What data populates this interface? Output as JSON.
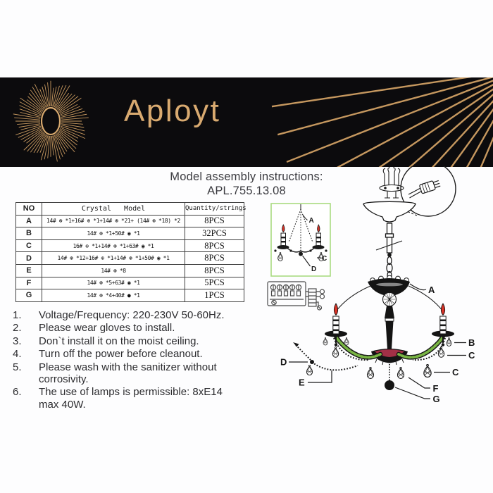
{
  "brand": {
    "name": "Aployt"
  },
  "title": {
    "line1": "Model assembly instructions:",
    "line2": "APL.755.13.08"
  },
  "parts_table": {
    "headers": {
      "no": "NO",
      "model": "Crystal   Model",
      "qty": "Quantity/strings"
    },
    "rows": [
      {
        "no": "A",
        "model": "14# ⊛ *1+16# ⊕ *1+14# ⊛ *21+ (14# ⊛ *18) *2",
        "qty": "8PCS"
      },
      {
        "no": "B",
        "model": "14# ⊛ *1+50# ◉ *1",
        "qty": "32PCS"
      },
      {
        "no": "C",
        "model": "16# ⊕ *1+14# ⊛ *1+63# ◉ *1",
        "qty": "8PCS"
      },
      {
        "no": "D",
        "model": "14# ⊛ *12+16# ⊕ *1+14# ⊛ *1+50# ◉ *1",
        "qty": "8PCS"
      },
      {
        "no": "E",
        "model": "14# ⊛ *8",
        "qty": "8PCS"
      },
      {
        "no": "F",
        "model": "14# ⊛ *5+63# ◉ *1",
        "qty": "5PCS"
      },
      {
        "no": "G",
        "model": "14# ⊛ *4+40# ● *1",
        "qty": "1PCS"
      }
    ]
  },
  "instructions": [
    {
      "num": "1.",
      "text": "Voltage/Frequency: 220-230V 50-60Hz."
    },
    {
      "num": "2.",
      "text": "Please wear gloves to install."
    },
    {
      "num": "3.",
      "text": "Don`t install it on the moist ceiling."
    },
    {
      "num": "4.",
      "text": "Turn off the power before cleanout."
    },
    {
      "num": "5.",
      "text": "Please wash with the sanitizer without corrosivity."
    },
    {
      "num": "6.",
      "text": "The use of lamps is permissible: 8xE14 max 40W."
    }
  ],
  "diagram": {
    "labels": {
      "a": "A",
      "b": "B",
      "c": "C",
      "d": "D",
      "e": "E",
      "f": "F",
      "g": "G"
    }
  },
  "colors": {
    "band": "#0c0b0d",
    "gold": "#c6985f",
    "gold_text": "#d9aa70",
    "inset_green": "#aadb80",
    "bead_green": "#79b544",
    "flame_red": "#d93226",
    "bowl_red": "#a23046"
  }
}
